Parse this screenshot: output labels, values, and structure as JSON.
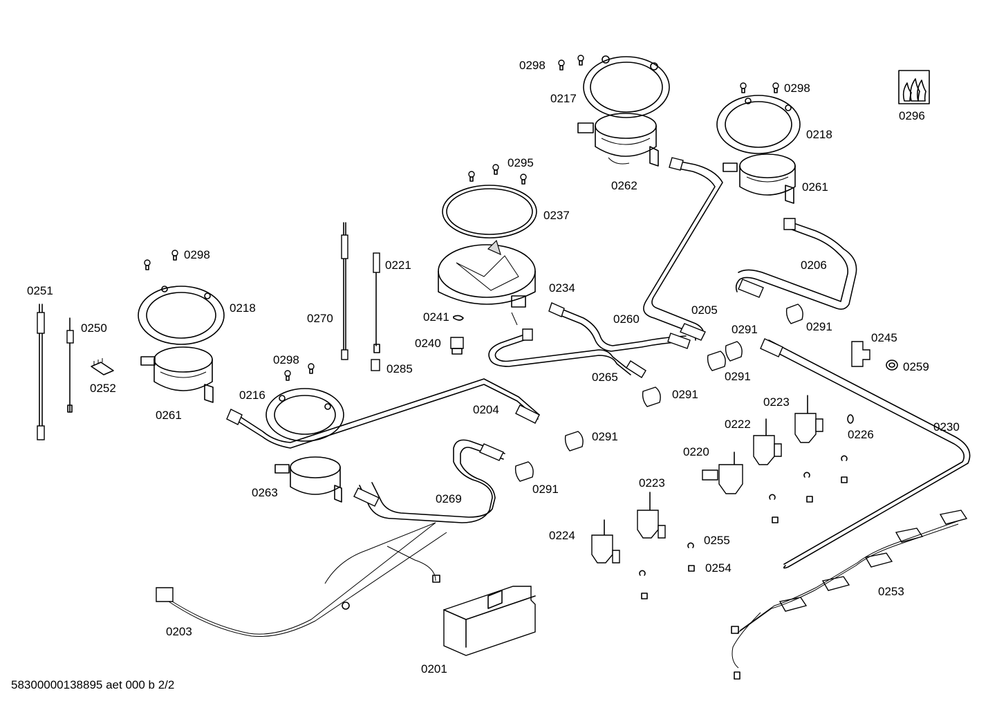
{
  "document": {
    "footer_code": "58300000138895 aet 000 b 2/2",
    "logo_icon": "gas-flames-logo-icon"
  },
  "labels": {
    "p0298_a": "0298",
    "p0217": "0217",
    "p0298_b": "0298",
    "p0218_a": "0218",
    "p0296": "0296",
    "p0295": "0295",
    "p0262": "0262",
    "p0261_a": "0261",
    "p0237": "0237",
    "p0221": "0221",
    "p0298_c": "0298",
    "p0251": "0251",
    "p0218_b": "0218",
    "p0234": "0234",
    "p0206": "0206",
    "p0270": "0270",
    "p0241": "0241",
    "p0260": "0260",
    "p0205": "0205",
    "p0291_a": "0291",
    "p0291_b": "0291",
    "p0250": "0250",
    "p0245": "0245",
    "p0240": "0240",
    "p0298_d": "0298",
    "p0285": "0285",
    "p0259": "0259",
    "p0291_c": "0291",
    "p0252": "0252",
    "p0265": "0265",
    "p0216": "0216",
    "p0291_d": "0291",
    "p0223_a": "0223",
    "p0261_b": "0261",
    "p0204": "0204",
    "p0222": "0222",
    "p0230": "0230",
    "p0226": "0226",
    "p0291_e": "0291",
    "p0220": "0220",
    "p0263": "0263",
    "p0291_f": "0291",
    "p0269": "0269",
    "p0223_b": "0223",
    "p0224": "0224",
    "p0255": "0255",
    "p0254": "0254",
    "p0253": "0253",
    "p0203": "0203",
    "p0201": "0201"
  }
}
